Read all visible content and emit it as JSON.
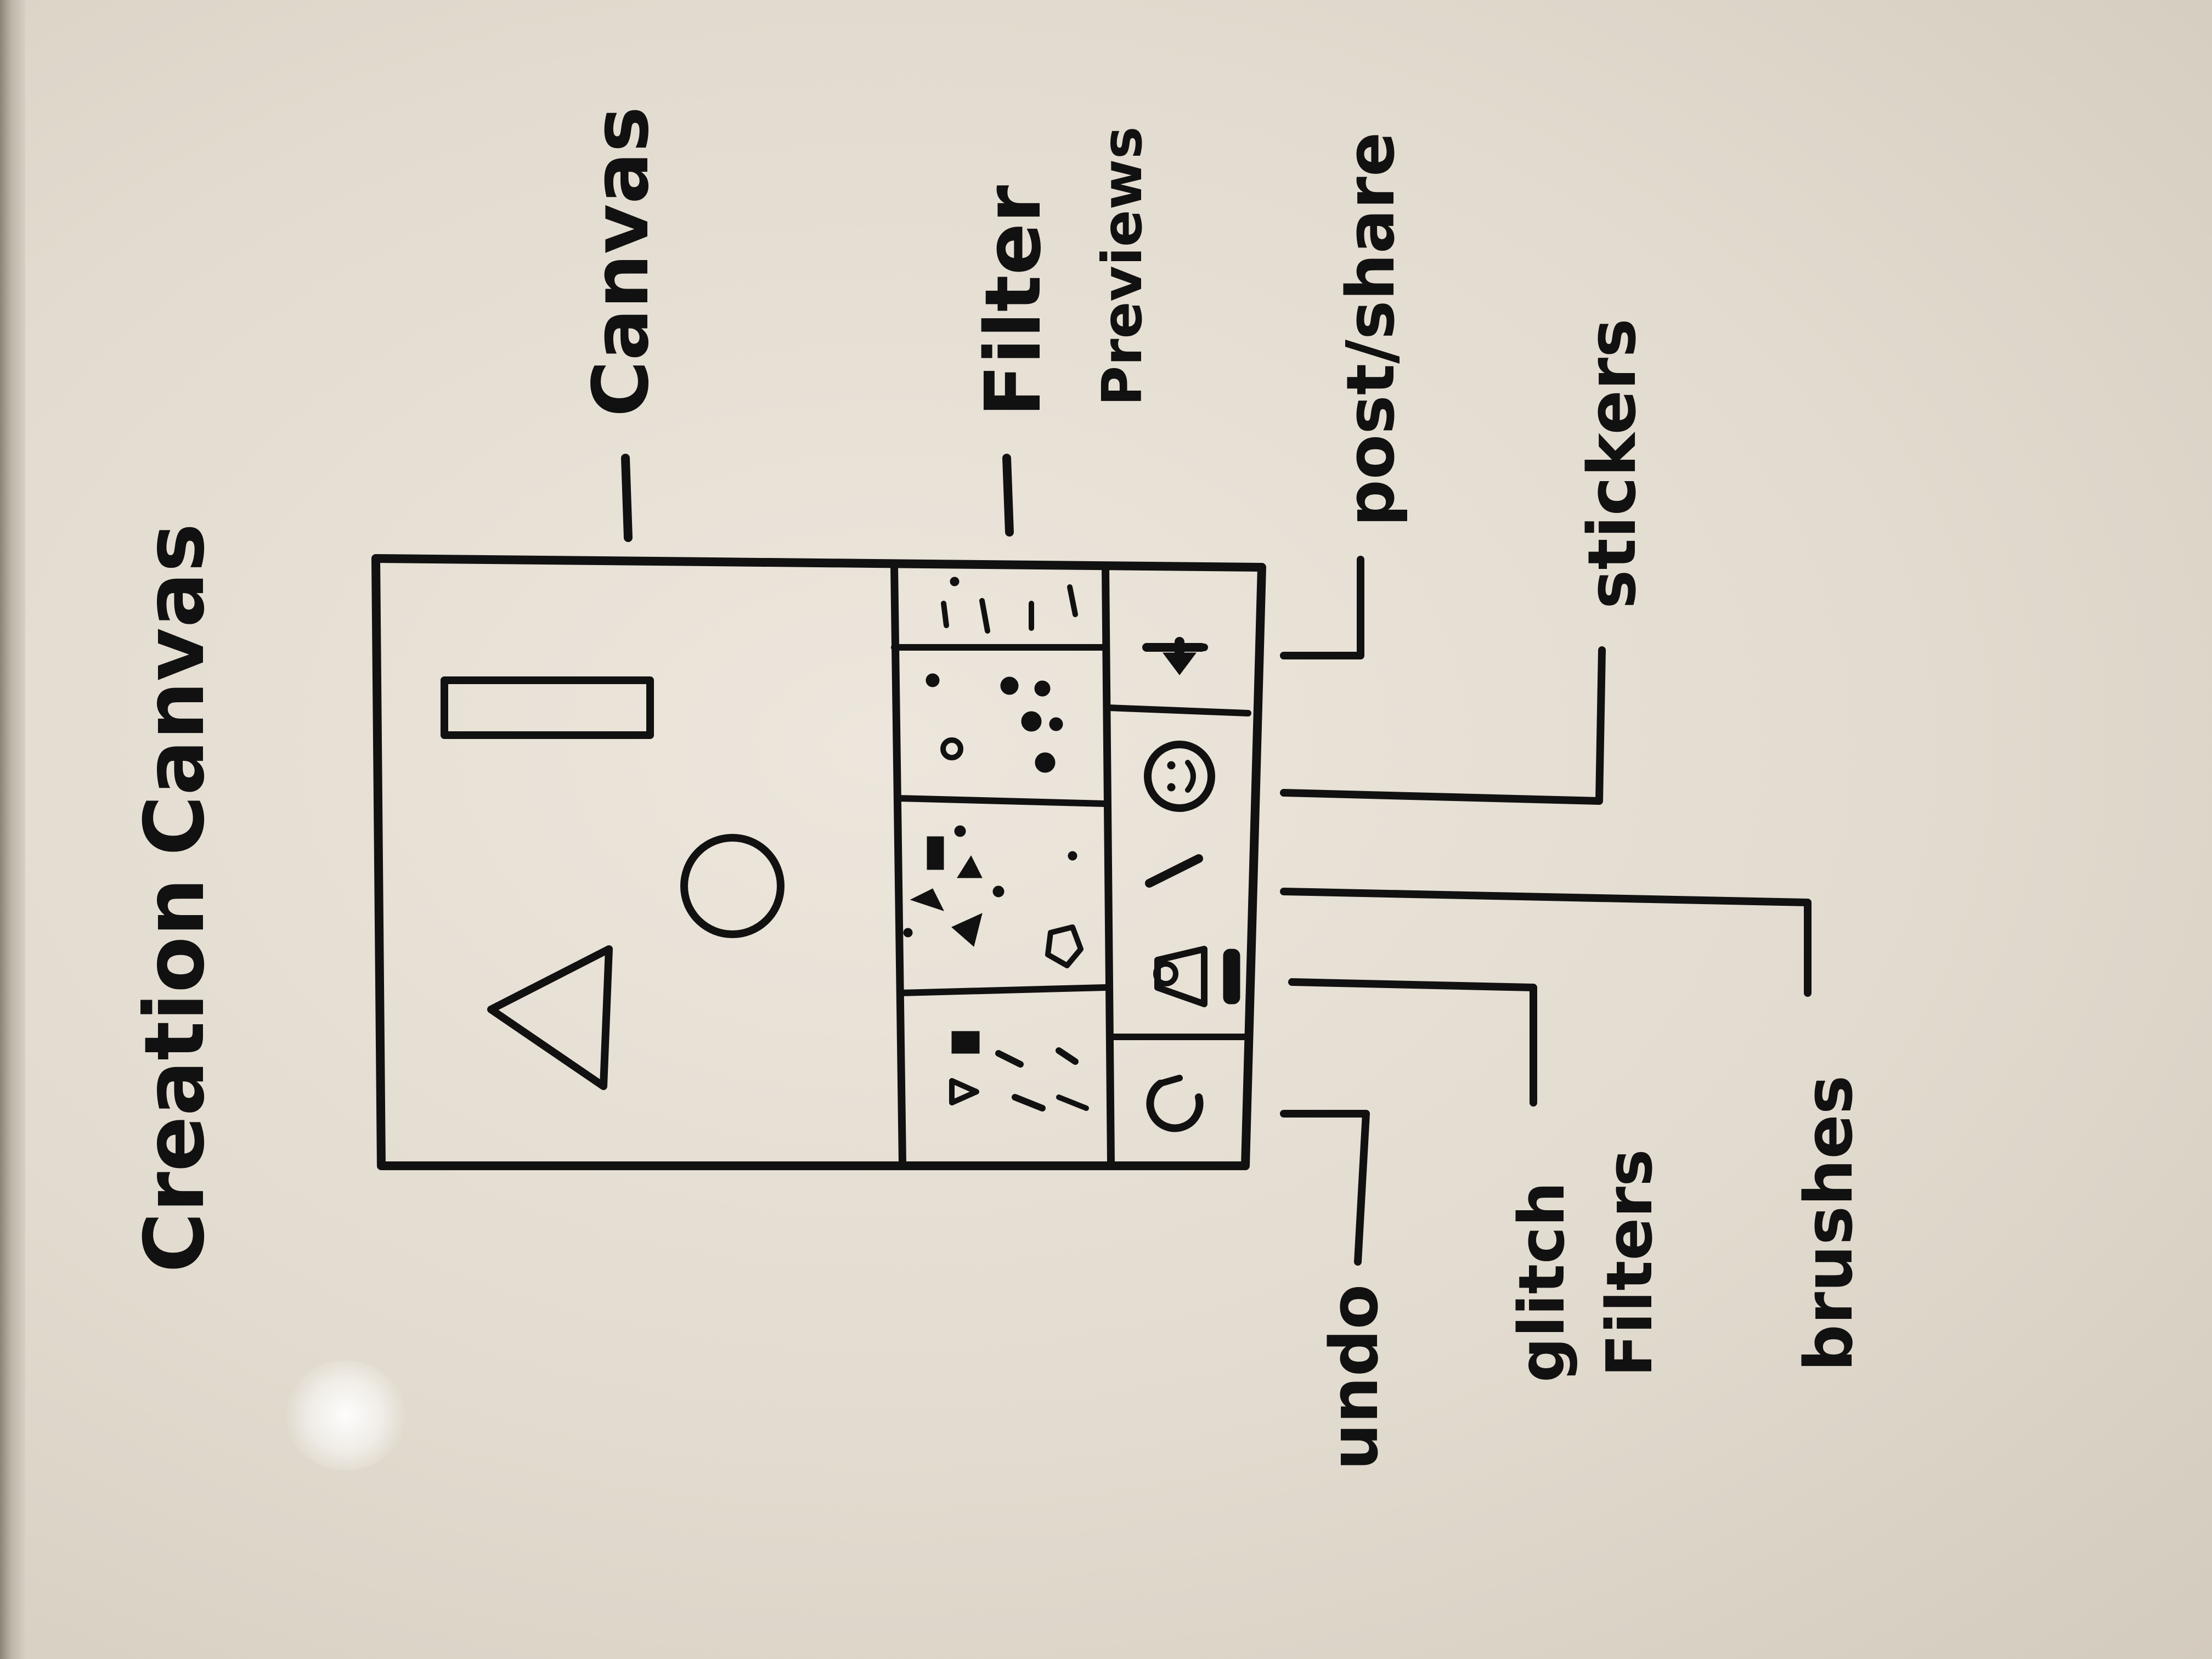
{
  "title": {
    "line1": "Creation",
    "line2": "Canvas"
  },
  "labels": {
    "canvas": "Canvas",
    "filter_previews_line1": "Filter",
    "filter_previews_line2": "Previews",
    "post_share": "post/share",
    "stickers": "stickers",
    "brushes": "brushes",
    "glitch_filters_line1": "glitch",
    "glitch_filters_line2": "Filters",
    "undo": "undo"
  },
  "toolbar": {
    "buttons": [
      {
        "name": "post-share-button",
        "icon": "up-arrow-icon"
      },
      {
        "name": "stickers-button",
        "icon": "smiley-icon"
      },
      {
        "name": "brushes-button",
        "icon": "brush-icon"
      },
      {
        "name": "glitch-filters-button",
        "icon": "flask-icon"
      },
      {
        "name": "undo-button",
        "icon": "undo-icon"
      }
    ]
  },
  "filter_previews": {
    "count": 4
  },
  "canvas_shapes": [
    "rectangle",
    "circle",
    "triangle"
  ],
  "colors": {
    "ink": "#111111",
    "board": "#e6e0d5"
  }
}
